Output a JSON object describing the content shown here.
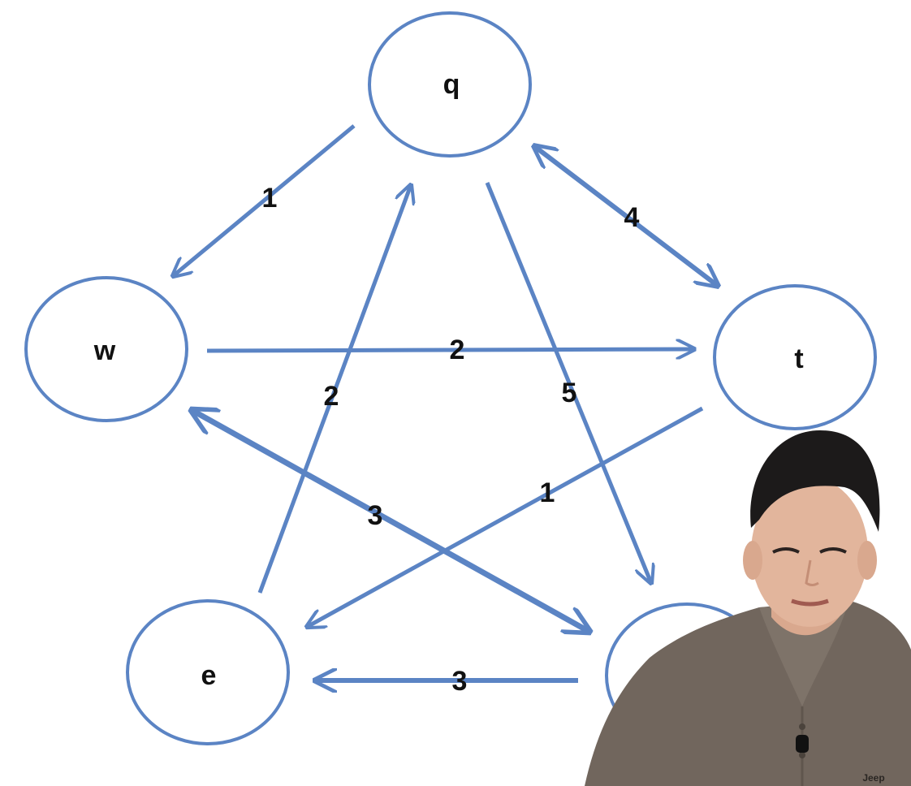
{
  "colors": {
    "stroke": "#5b84c4",
    "text": "#111111",
    "background": "#ffffff"
  },
  "nodes": [
    {
      "id": "q",
      "label": "q"
    },
    {
      "id": "w",
      "label": "w"
    },
    {
      "id": "t",
      "label": "t"
    },
    {
      "id": "e",
      "label": "e"
    },
    {
      "id": "r",
      "label": ""
    }
  ],
  "edges": [
    {
      "from": "q",
      "to": "w",
      "weight": "1",
      "bidirectional": false
    },
    {
      "from": "q",
      "to": "t",
      "weight": "4",
      "bidirectional": true
    },
    {
      "from": "w",
      "to": "t",
      "weight": "2",
      "bidirectional": false
    },
    {
      "from": "e",
      "to": "q",
      "weight": "2",
      "bidirectional": false
    },
    {
      "from": "q",
      "to": "r",
      "weight": "5",
      "bidirectional": false
    },
    {
      "from": "t",
      "to": "e",
      "weight": "1",
      "bidirectional": false
    },
    {
      "from": "w",
      "to": "r",
      "weight": "3",
      "bidirectional": true
    },
    {
      "from": "r",
      "to": "e",
      "weight": "3",
      "bidirectional": false
    }
  ],
  "presenter": {
    "shirt_logo": "Jeep"
  }
}
